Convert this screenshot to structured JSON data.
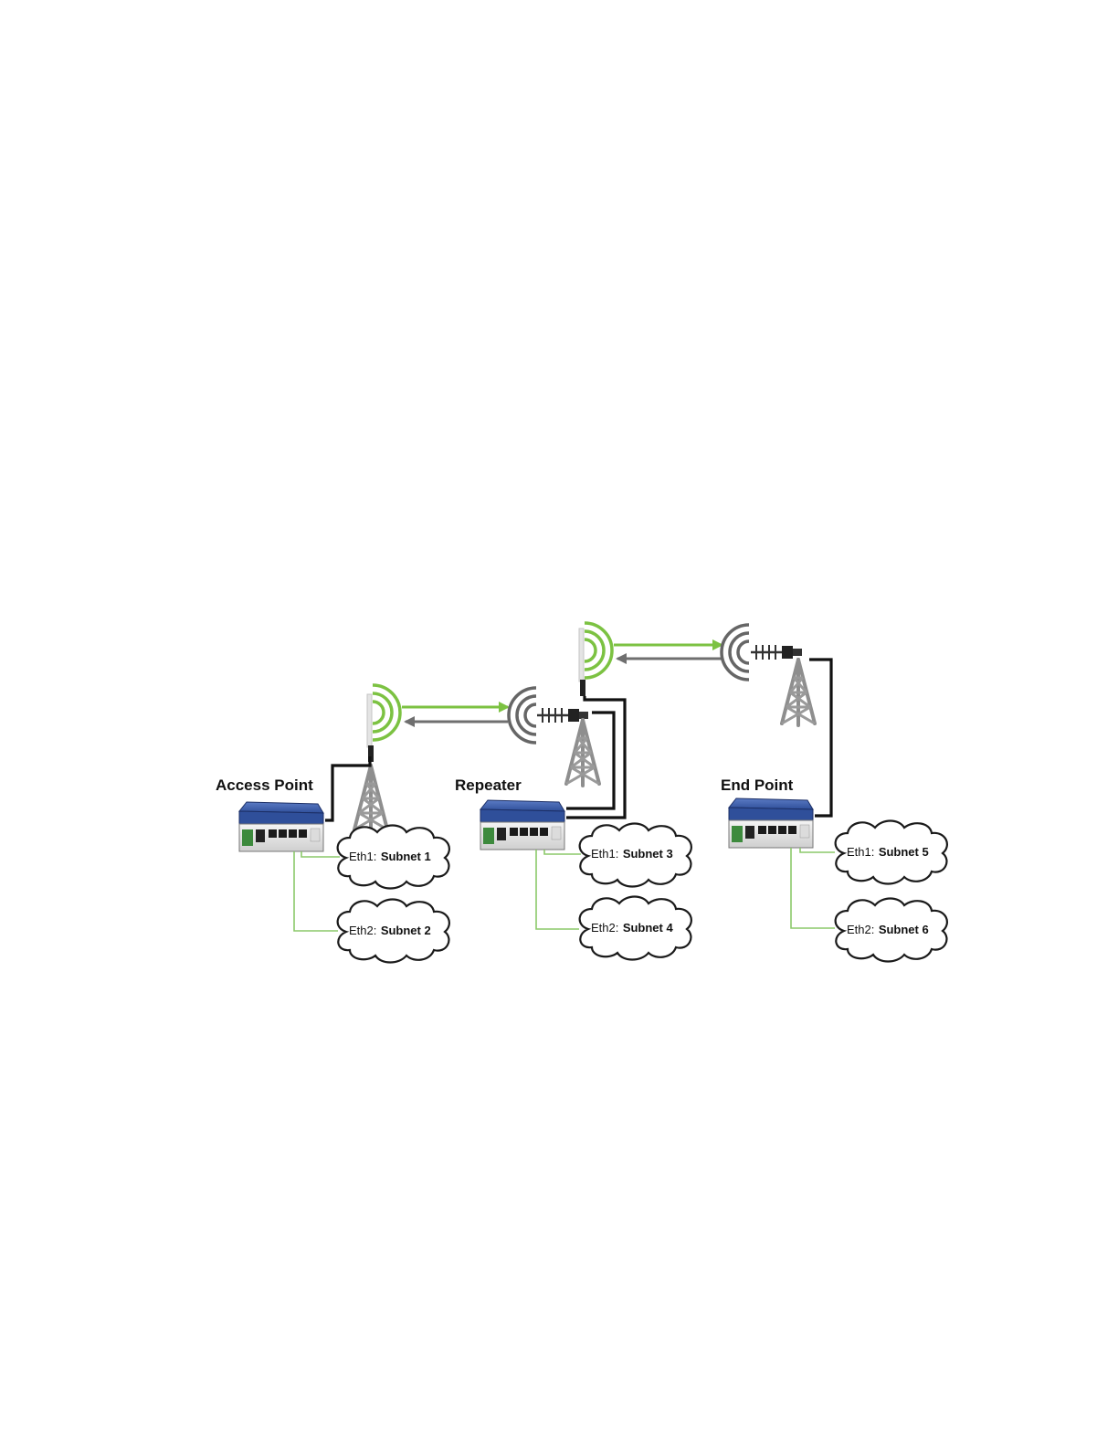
{
  "nodes": [
    {
      "id": "access-point",
      "label": "Access Point"
    },
    {
      "id": "repeater",
      "label": "Repeater"
    },
    {
      "id": "end-point",
      "label": "End Point"
    }
  ],
  "subnets": {
    "s1": {
      "port": "Eth1:",
      "name": "Subnet 1"
    },
    "s2": {
      "port": "Eth2:",
      "name": "Subnet 2"
    },
    "s3": {
      "port": "Eth1:",
      "name": "Subnet 3"
    },
    "s4": {
      "port": "Eth2:",
      "name": "Subnet 4"
    },
    "s5": {
      "port": "Eth1:",
      "name": "Subnet 5"
    },
    "s6": {
      "port": "Eth2:",
      "name": "Subnet 6"
    }
  },
  "colors": {
    "signal_green": "#7cc242",
    "return_gray": "#6f6f6f",
    "lan_green": "#8cc96a",
    "device_blue": "#2f4f9a",
    "device_dark_blue": "#1c2f66",
    "tower_gray": "#8e8e8e"
  },
  "icons": [
    "wireless-router-icon",
    "radio-tower-icon",
    "omni-antenna-icon",
    "yagi-antenna-icon",
    "cloud-icon",
    "arrow-right-icon",
    "arrow-left-icon"
  ]
}
